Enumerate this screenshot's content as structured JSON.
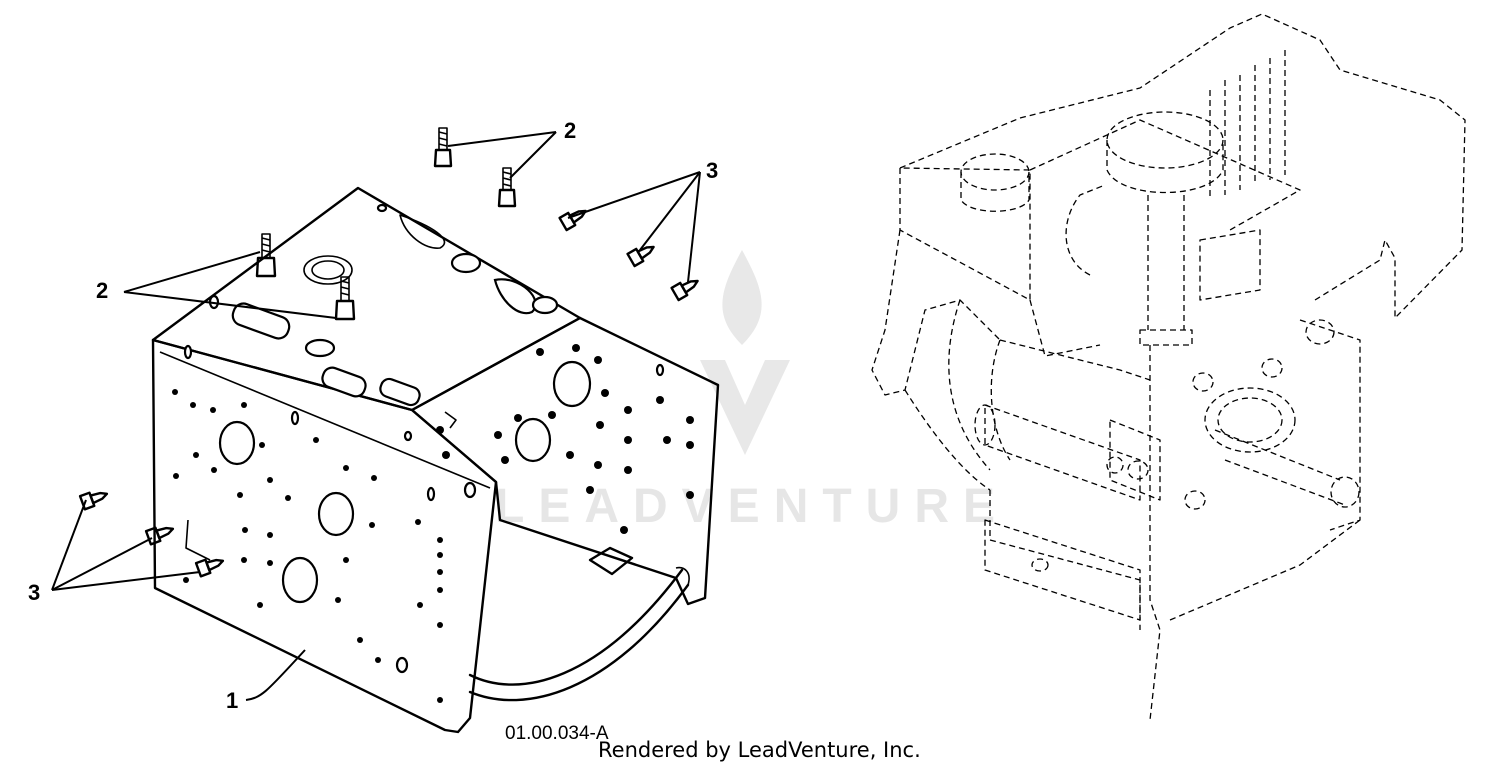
{
  "callouts": {
    "item_1": "1",
    "item_2_top": "2",
    "item_2_left": "2",
    "item_3_top": "3",
    "item_3_left": "3"
  },
  "diagram_code": "01.00.034-A",
  "credit": "Rendered by LeadVenture, Inc.",
  "watermark": {
    "text": "LEADVENTURE",
    "color": "#e6e6e6"
  }
}
